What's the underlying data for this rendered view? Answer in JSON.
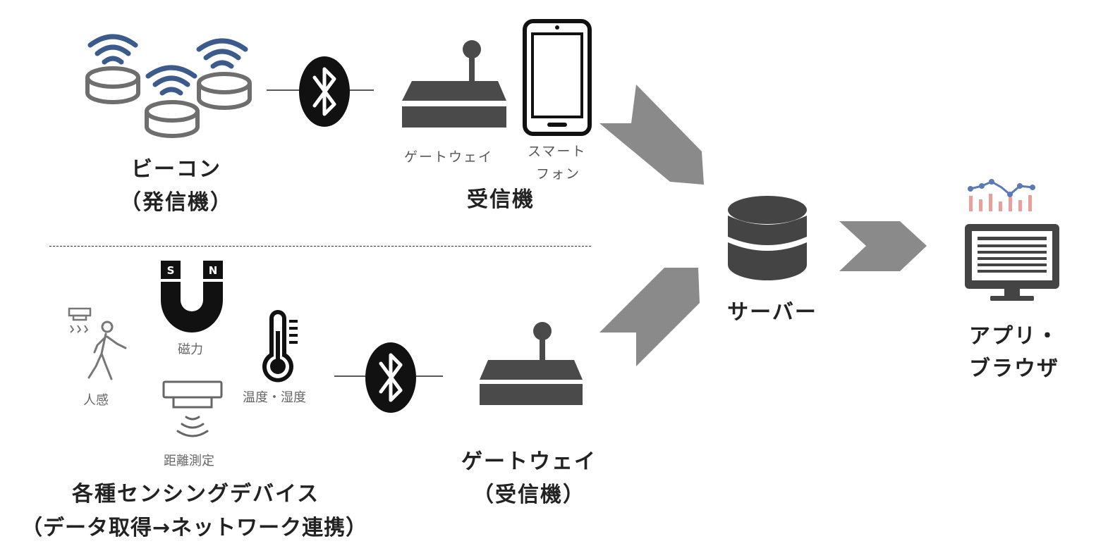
{
  "beacon": {
    "title": "ビーコン",
    "subtitle": "（発信機）"
  },
  "receiver": {
    "gateway_label": "ゲートウェイ",
    "smartphone_label_line1": "スマート",
    "smartphone_label_line2": "フォン",
    "title": "受信機"
  },
  "server": {
    "label": "サーバー"
  },
  "app": {
    "label_line1": "アプリ・",
    "label_line2": "ブラウザ"
  },
  "sensors": {
    "magnet_s": "S",
    "magnet_n": "N",
    "magnetism": "磁力",
    "human": "人感",
    "temperature": "温度・湿度",
    "distance": "距離測定",
    "title": "各種センシングデバイス",
    "subtitle": "（データ取得→ネットワーク連携）"
  },
  "gateway2": {
    "title": "ゲートウェイ",
    "subtitle": "（受信機）"
  },
  "colors": {
    "wifi_blue": "#3d5a8c",
    "beacon_gray": "#6e6e6e",
    "gateway_dark": "#4a4a4a",
    "arrow_gray": "#8a8a8a",
    "server_dark": "#444444",
    "chart_red": "#e8a09a",
    "chart_blue": "#5b7ab5"
  }
}
